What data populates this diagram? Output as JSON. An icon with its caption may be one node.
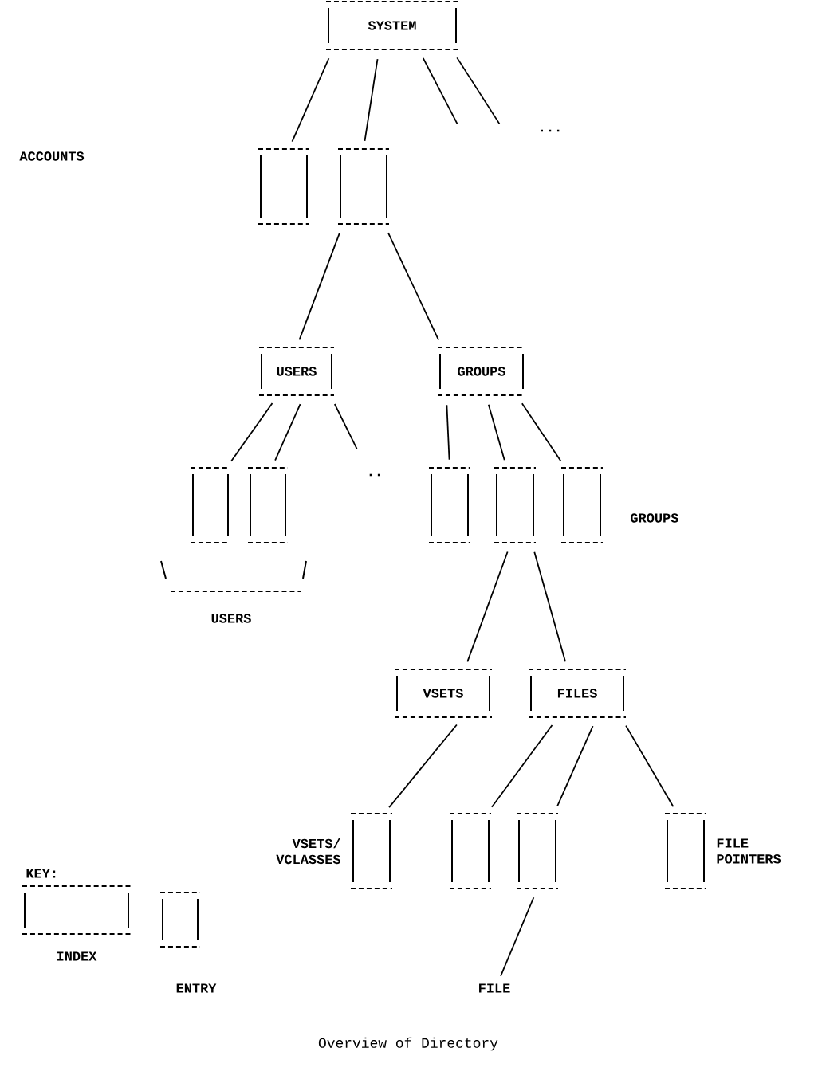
{
  "diagram": {
    "caption": "Overview of Directory",
    "nodes": [
      {
        "text": [
          "SYSTEM"
        ]
      },
      {
        "text": [],
        "shape": "box"
      },
      {
        "text": [],
        "shape": "box"
      },
      {
        "text": [
          "USERS"
        ]
      },
      {
        "text": [
          "GROUPS"
        ]
      },
      {
        "text": [],
        "shape": "box"
      },
      {
        "text": [],
        "shape": "box"
      },
      {
        "text": [],
        "shape": "box"
      },
      {
        "text": [],
        "shape": "box"
      },
      {
        "text": [],
        "shape": "box"
      },
      {
        "text": [
          "VSETS"
        ]
      },
      {
        "text": [
          "FILES"
        ]
      },
      {
        "text": [],
        "shape": "box",
        "beside": [
          "VSETS/ VCLASSES"
        ]
      },
      {
        "text": [],
        "shape": "box"
      },
      {
        "text": [],
        "shape": "box"
      },
      {
        "text": [],
        "shape": "box",
        "beside": [
          "FILE POINTERS"
        ]
      },
      {
        "text": [
          "FILE"
        ]
      }
    ],
    "edges": [
      {
        "from": 0,
        "to": 1,
        "arrow": "none"
      },
      {
        "from": 0,
        "to": 2,
        "arrow": "none"
      },
      {
        "from": 0,
        "to": null,
        "arrow": "none"
      },
      {
        "from": 0,
        "to": null,
        "arrow": "none"
      },
      {
        "from": 2,
        "to": 3,
        "arrow": "none"
      },
      {
        "from": 2,
        "to": 4,
        "arrow": "none"
      },
      {
        "from": 3,
        "to": 5,
        "arrow": "none"
      },
      {
        "from": 3,
        "to": 6,
        "arrow": "none"
      },
      {
        "from": 3,
        "to": null,
        "arrow": "none"
      },
      {
        "from": 4,
        "to": 7,
        "arrow": "none"
      },
      {
        "from": 4,
        "to": 8,
        "arrow": "none"
      },
      {
        "from": 4,
        "to": 9,
        "arrow": "none"
      },
      {
        "from": 8,
        "to": 10,
        "arrow": "none"
      },
      {
        "from": 8,
        "to": 11,
        "arrow": "none"
      },
      {
        "from": 10,
        "to": 12,
        "arrow": "none"
      },
      {
        "from": 11,
        "to": 13,
        "arrow": "none"
      },
      {
        "from": 11,
        "to": 14,
        "arrow": "none"
      },
      {
        "from": 11,
        "to": 15,
        "arrow": "none"
      },
      {
        "from": 14,
        "to": 16,
        "arrow": "none"
      }
    ],
    "labels": [
      "...",
      "ACCOUNTS",
      "..",
      "GROUPS",
      "USERS",
      "KEY:"
    ],
    "legend": [
      {
        "text": "INDEX"
      },
      {
        "text": "ENTRY"
      }
    ]
  }
}
